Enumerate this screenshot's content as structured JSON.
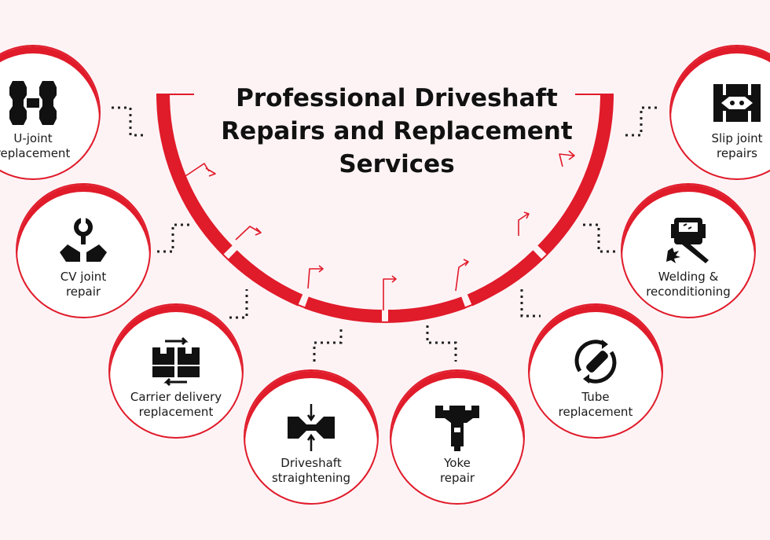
{
  "title": {
    "line1": "Professional Driveshaft",
    "line2": "Repairs and Replacement",
    "line3": "Services"
  },
  "colors": {
    "accent": "#e01b2a",
    "background": "#fdf3f5",
    "icon": "#111111",
    "text": "#1a1a1a"
  },
  "services": [
    {
      "id": "u-joint",
      "line1": "U-joint",
      "line2": "replacement",
      "icon": "u-joint-icon"
    },
    {
      "id": "cv-joint",
      "line1": "CV joint",
      "line2": "repair",
      "icon": "wrench-hands-icon"
    },
    {
      "id": "carrier",
      "line1": "Carrier delivery",
      "line2": "replacement",
      "icon": "boxes-exchange-icon"
    },
    {
      "id": "straightening",
      "line1": "Driveshaft",
      "line2": "straightening",
      "icon": "shaft-press-icon"
    },
    {
      "id": "yoke",
      "line1": "Yoke",
      "line2": "repair",
      "icon": "yoke-icon"
    },
    {
      "id": "tube",
      "line1": "Tube",
      "line2": "replacement",
      "icon": "tube-cycle-icon"
    },
    {
      "id": "welding",
      "line1": "Welding &",
      "line2": "reconditioning",
      "icon": "welding-icon"
    },
    {
      "id": "slip-joint",
      "line1": "Slip joint",
      "line2": "repairs",
      "icon": "slip-joint-icon"
    }
  ]
}
